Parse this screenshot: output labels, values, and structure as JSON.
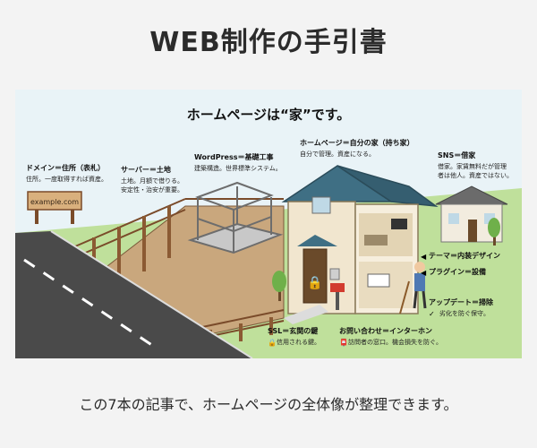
{
  "header": {
    "title": "WEB制作の手引書"
  },
  "diagram": {
    "heading": "ホームページは“家”です。",
    "sign_text": "example.com",
    "labels": {
      "domain": {
        "title": "ドメイン＝住所（表札）",
        "desc": "住所。一度取得すれば資産。"
      },
      "server": {
        "title": "サーバー＝土地",
        "desc1": "土地。月額で借りる。",
        "desc2": "安定性・治安が重要。"
      },
      "wordpress": {
        "title": "WordPress＝基礎工事",
        "desc": "建築構造。世界標準システム。"
      },
      "homepage": {
        "title": "ホームページ＝自分の家（持ち家）",
        "desc": "自分で管理。資産になる。"
      },
      "sns": {
        "title": "SNS＝借家",
        "desc1": "借家。家賃無料だが管理",
        "desc2": "者は他人。資産ではない。"
      },
      "theme": {
        "title": "テーマ＝内装デザイン"
      },
      "plugin": {
        "title": "プラグイン＝設備"
      },
      "update": {
        "title": "アップデート＝掃除",
        "desc": "劣化を防ぐ保守。"
      },
      "ssl": {
        "title": "SSL＝玄関の鍵",
        "desc": "信用される鍵。"
      },
      "contact": {
        "title": "お問い合わせ＝インターホン",
        "desc": "訪問者の窓口。機会損失を防ぐ。"
      }
    }
  },
  "footer": {
    "caption": "この7本の記事で、ホームページの全体像が整理できます。"
  },
  "colors": {
    "roof": "#3f6f84",
    "wall": "#f1e6cf",
    "ground": "#c9a77d",
    "road": "#4a4a4a",
    "grass": "#bfe09b",
    "sky": "#e9f3f7"
  }
}
